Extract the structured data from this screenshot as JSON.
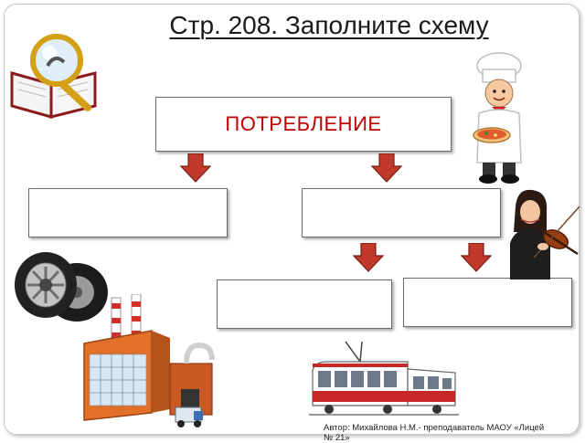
{
  "title": "Стр. 208. Заполните схему",
  "diagram": {
    "root_label": "ПОТРЕБЛЕНИЕ",
    "empty_boxes": 4,
    "arrow_color": "#c0392b",
    "root_text_color": "#c00000"
  },
  "footer": {
    "line1": "Автор: Михайлова Н.М.- преподаватель МАОУ «Лицей",
    "line2": "№ 21»"
  },
  "icons": [
    "book-magnifier-icon",
    "chef-icon",
    "violinist-icon",
    "tires-icon",
    "factory-icon",
    "tram-icon"
  ]
}
